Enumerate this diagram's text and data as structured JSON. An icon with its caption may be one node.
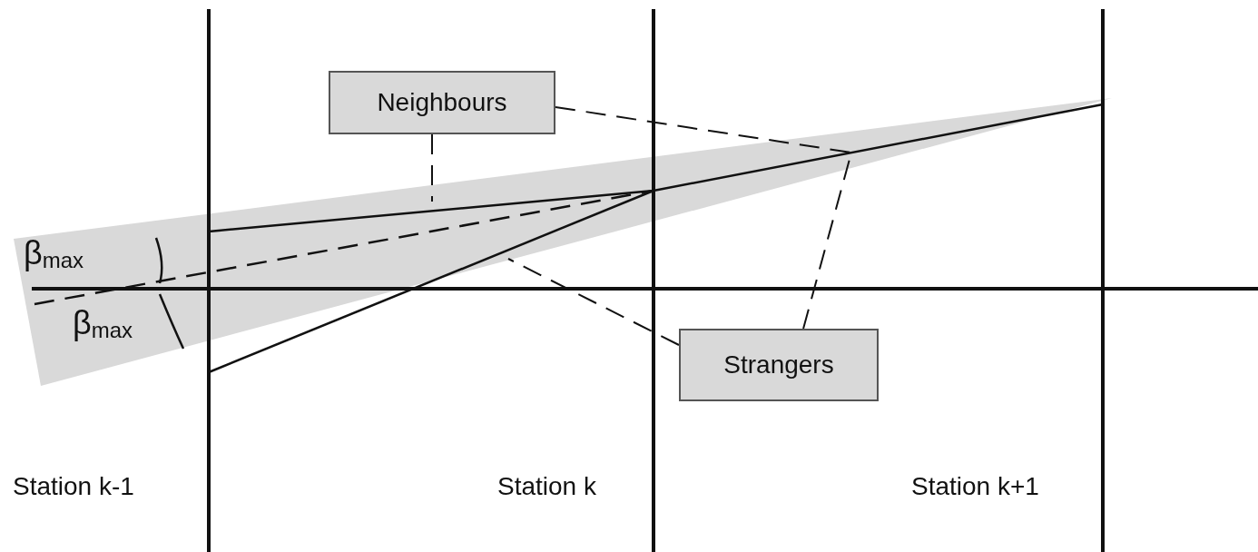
{
  "diagram": {
    "nodes": [
      {
        "text": [
          "Neighbours"
        ]
      },
      {
        "text": [
          "Strangers"
        ]
      }
    ],
    "edges": [
      {
        "from": 0,
        "to": null,
        "arrow": "none",
        "style": "dashed"
      },
      {
        "from": 0,
        "to": null,
        "arrow": "none",
        "style": "dashed"
      },
      {
        "from": 1,
        "to": null,
        "arrow": "none",
        "style": "dashed"
      },
      {
        "from": 1,
        "to": null,
        "arrow": "none",
        "style": "dashed"
      }
    ],
    "labels": [
      "β$_{max}$",
      "β$_{max}$",
      "Station k-1",
      "Station k",
      "Station k+1"
    ]
  }
}
